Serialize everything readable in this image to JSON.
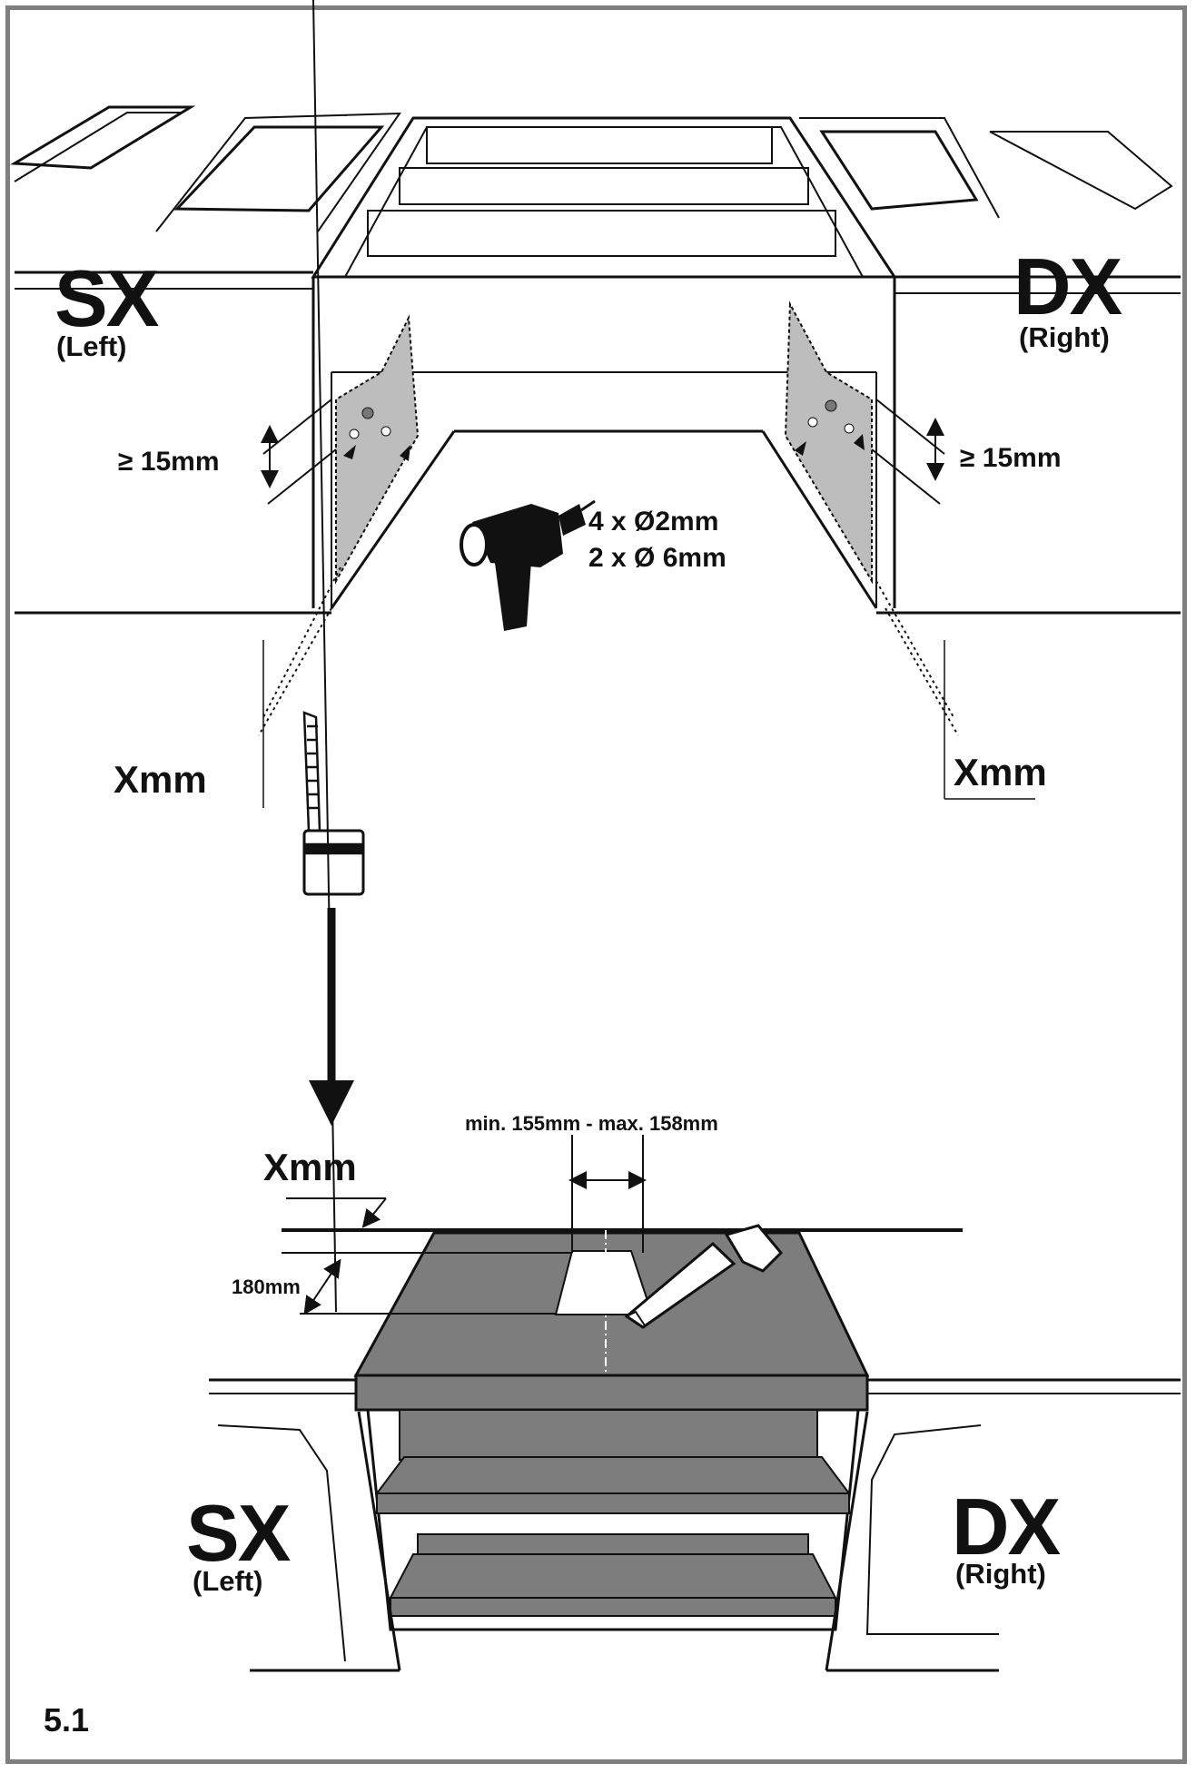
{
  "labels": {
    "top_left_code": "SX",
    "top_left_word": "(Left)",
    "top_right_code": "DX",
    "top_right_word": "(Right)",
    "clearance_left": "≥ 15mm",
    "clearance_right": "≥ 15mm",
    "drill_holes_small": "4 x Ø2mm",
    "drill_holes_large": "2 x Ø 6mm",
    "xmm_left": "Xmm",
    "xmm_right": "Xmm",
    "cutout_width": "min. 155mm - max. 158mm",
    "xmm_bottom": "Xmm",
    "depth_180": "180mm",
    "bottom_left_code": "SX",
    "bottom_left_word": "(Left)",
    "bottom_right_code": "DX",
    "bottom_right_word": "(Right)",
    "figure_number": "5.1"
  },
  "colors": {
    "line": "#111111",
    "panel_gray": "#7d7d7d",
    "light_gray": "#bdbdbd",
    "frame": "#7f7f7f"
  },
  "icons": [
    "drill-icon",
    "tape-measure-icon",
    "hand-saw-icon",
    "down-arrow-icon"
  ]
}
